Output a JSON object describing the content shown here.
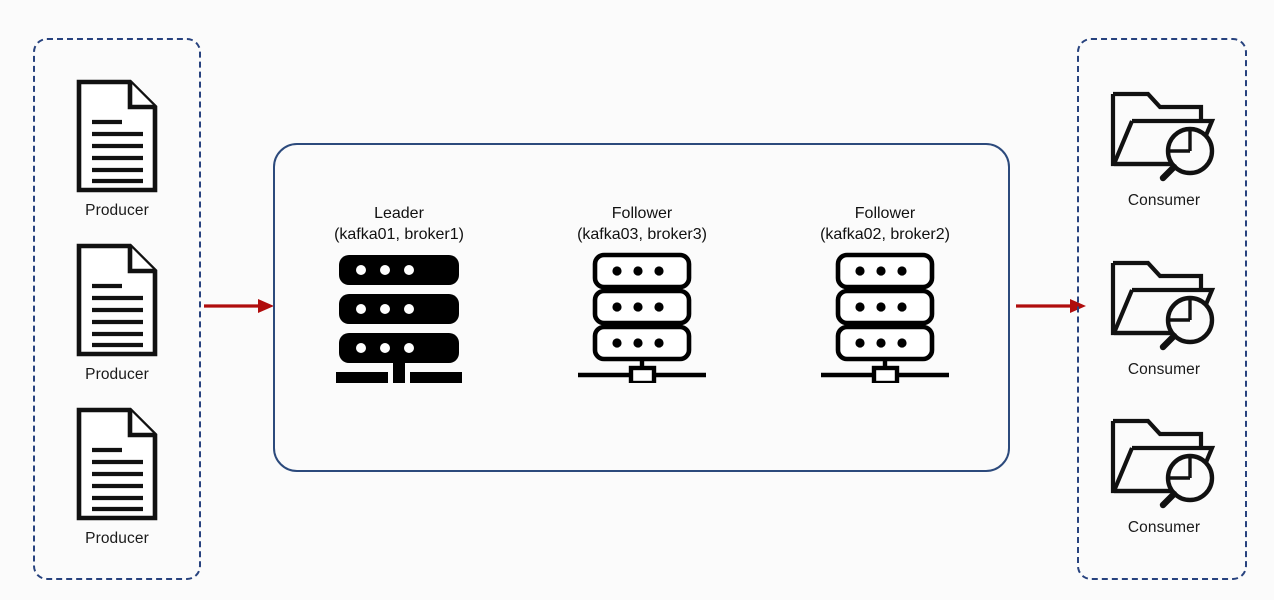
{
  "diagram": {
    "background": "#fbfbfb",
    "accent_dashed": "#27427e",
    "accent_panel": "#2c4a7c",
    "arrow_color": "#b00d0d",
    "ink": "#111111"
  },
  "producers_group": {
    "name": "producers",
    "items": [
      {
        "icon": "document-icon",
        "label": "Producer"
      },
      {
        "icon": "document-icon",
        "label": "Producer"
      },
      {
        "icon": "document-icon",
        "label": "Producer"
      }
    ]
  },
  "consumers_group": {
    "name": "consumers",
    "items": [
      {
        "icon": "folder-search-icon",
        "label": "Consumer"
      },
      {
        "icon": "folder-search-icon",
        "label": "Consumer"
      },
      {
        "icon": "folder-search-icon",
        "label": "Consumer"
      }
    ]
  },
  "cluster": {
    "brokers": [
      {
        "role": "Leader",
        "detail": "(kafka01, broker1)",
        "icon": "server-filled-icon",
        "style": "filled"
      },
      {
        "role": "Follower",
        "detail": "(kafka03, broker3)",
        "icon": "server-outline-icon",
        "style": "outline"
      },
      {
        "role": "Follower",
        "detail": "(kafka02, broker2)",
        "icon": "server-outline-icon",
        "style": "outline"
      }
    ]
  },
  "arrows": [
    {
      "name": "producers-to-cluster-arrow",
      "direction": "right"
    },
    {
      "name": "cluster-to-consumers-arrow",
      "direction": "right"
    }
  ]
}
